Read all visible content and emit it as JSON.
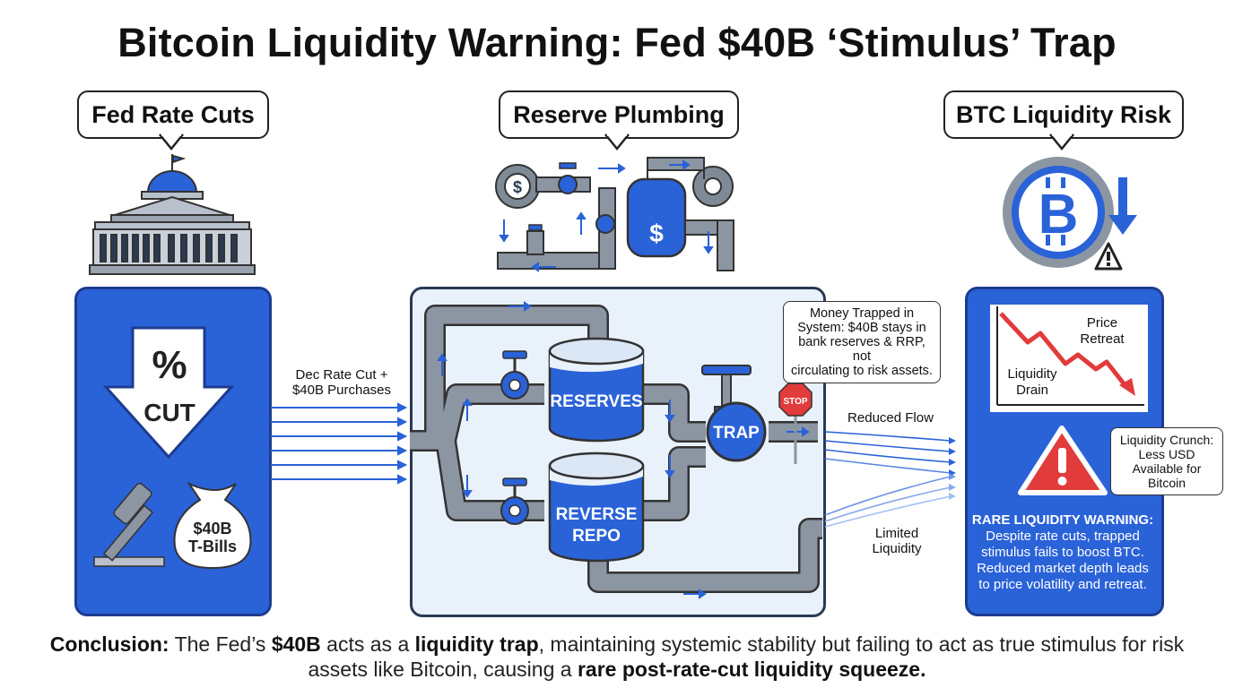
{
  "title": "Bitcoin Liquidity Warning: Fed $40B ‘Stimulus’ Trap",
  "sections": {
    "left": "Fed Rate Cuts",
    "middle": "Reserve Plumbing",
    "right": "BTC Liquidity Risk"
  },
  "left_panel": {
    "percent": "%",
    "cut": "CUT",
    "bag_line1": "$40B",
    "bag_line2": "T-Bills"
  },
  "middle_panel": {
    "input_label_1": "Dec Rate Cut +",
    "input_label_2": "$40B Purchases",
    "reserves": "RESERVES",
    "reverse_1": "REVERSE",
    "reverse_2": "REPO",
    "trap": "TRAP",
    "stop": "STOP",
    "dollar": "$",
    "note_lines": [
      "Money Trapped in",
      "System: $40B stays in",
      "bank reserves & RRP, not",
      "circulating to risk assets."
    ],
    "reduced_flow": "Reduced Flow",
    "limited_1": "Limited",
    "limited_2": "Liquidity"
  },
  "right_panel": {
    "price_retreat_1": "Price",
    "price_retreat_2": "Retreat",
    "liquidity_drain_1": "Liquidity",
    "liquidity_drain_2": "Drain",
    "crunch_lines": [
      "Liquidity Crunch:",
      "Less USD",
      "Available for",
      "Bitcoin"
    ],
    "warning_title": "RARE LIQUIDITY WARNING:",
    "warning_lines": [
      "Despite rate cuts, trapped",
      "stimulus fails to boost BTC.",
      "Reduced market depth leads",
      "to price volatility and retreat."
    ],
    "btc_symbol": "B"
  },
  "conclusion": {
    "lead": "Conclusion:",
    "t1": " The Fed’s ",
    "b1": "$40B",
    "t2": " acts as a ",
    "b2": "liquidity trap",
    "t3": ", maintaining systemic stability but failing to act as true stimulus for risk assets like Bitcoin, causing a ",
    "b3": "rare post-rate-cut liquidity squeeze."
  },
  "colors": {
    "primary_blue": "#2a62d8",
    "dark_navy": "#1d3c8f",
    "pipe_gray": "#8c96a3",
    "alert_red": "#e23b3b"
  }
}
